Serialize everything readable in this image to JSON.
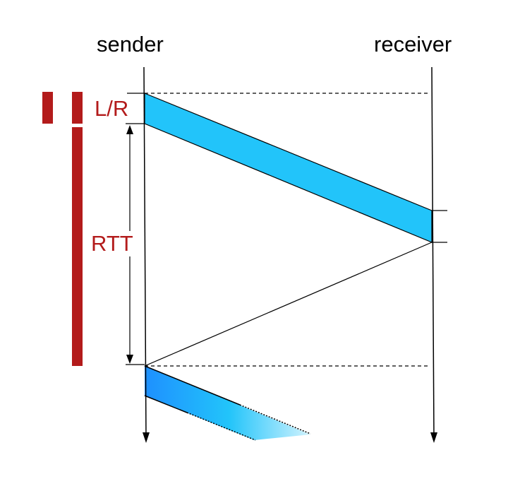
{
  "actors": {
    "sender": "sender",
    "receiver": "receiver"
  },
  "labels": {
    "transmission_delay": "L/R",
    "round_trip": "RTT"
  },
  "colors": {
    "packet": "#22c4fa",
    "packet_next": "#1e90ff",
    "annotation": "#b31b1b",
    "line": "#000000"
  }
}
